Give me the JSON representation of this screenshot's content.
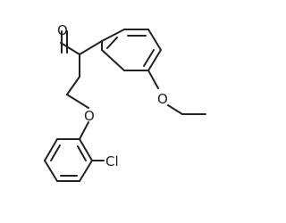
{
  "molecule": {
    "atoms": {
      "carbonyl_oxygen": "O",
      "ether_oxygen": "O",
      "methoxy_oxygen": "O",
      "chlorine": "Cl"
    },
    "colors": {
      "bond": "#222222",
      "label": "#222222",
      "background": "#ffffff"
    }
  }
}
